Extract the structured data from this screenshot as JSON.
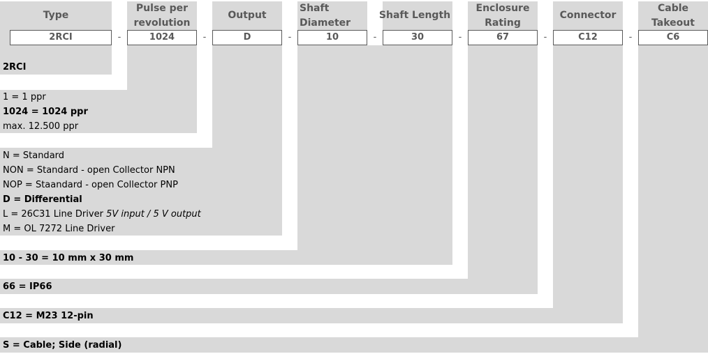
{
  "columns": [
    {
      "header_lines": [
        "Type"
      ],
      "code": "2RCI"
    },
    {
      "header_lines": [
        "Pulse per",
        "revolution"
      ],
      "code": "1024"
    },
    {
      "header_lines": [
        "Output"
      ],
      "code": "D"
    },
    {
      "header_lines": [
        "Shaft",
        "Diameter"
      ],
      "code": "10"
    },
    {
      "header_lines": [
        "Shaft Length"
      ],
      "code": "30"
    },
    {
      "header_lines": [
        "Enclosure",
        "Rating"
      ],
      "code": "67"
    },
    {
      "header_lines": [
        "Connector"
      ],
      "code": "C12"
    },
    {
      "header_lines": [
        "Cable",
        "Takeout"
      ],
      "code": "C6"
    }
  ],
  "separator": "-",
  "options": {
    "type": [
      "2RCI"
    ],
    "pulse": [
      "1 = 1 ppr",
      "1024 = 1024 ppr",
      "max. 12.500 ppr"
    ],
    "output": [
      "N = Standard",
      "NON = Standard - open Collector NPN",
      "NOP = Staandard - open Collector PNP",
      "D = Differential",
      {
        "main": "L = 26C31 Line Driver ",
        "italic": "5V input / 5 V output"
      },
      "M = OL 7272 Line Driver"
    ],
    "shaft": [
      "10 - 30 = 10 mm x 30 mm"
    ],
    "enclosure": [
      "66 = IP66"
    ],
    "connector": [
      "C12 = M23 12-pin"
    ],
    "cable": [
      "S = Cable; Side (radial)"
    ]
  }
}
